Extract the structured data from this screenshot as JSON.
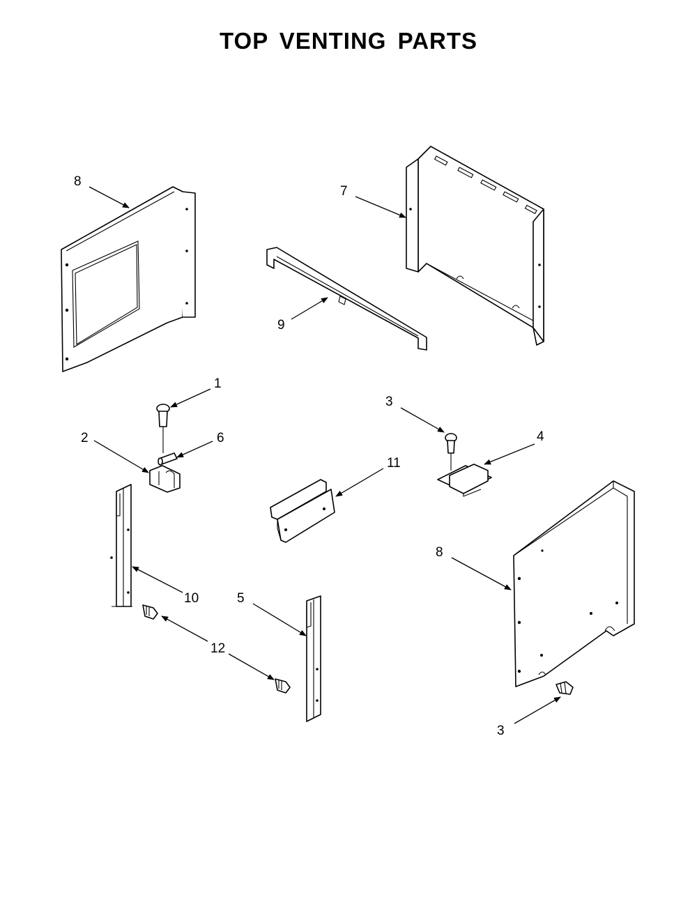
{
  "title": "TOP VENTING PARTS",
  "callouts": [
    {
      "id": "c8a",
      "label": "8"
    },
    {
      "id": "c7",
      "label": "7"
    },
    {
      "id": "c9",
      "label": "9"
    },
    {
      "id": "c1",
      "label": "1"
    },
    {
      "id": "c2",
      "label": "2"
    },
    {
      "id": "c6",
      "label": "6"
    },
    {
      "id": "c3a",
      "label": "3"
    },
    {
      "id": "c4",
      "label": "4"
    },
    {
      "id": "c11",
      "label": "11"
    },
    {
      "id": "c8b",
      "label": "8"
    },
    {
      "id": "c10",
      "label": "10"
    },
    {
      "id": "c5",
      "label": "5"
    },
    {
      "id": "c12",
      "label": "12"
    },
    {
      "id": "c3b",
      "label": "3"
    }
  ]
}
